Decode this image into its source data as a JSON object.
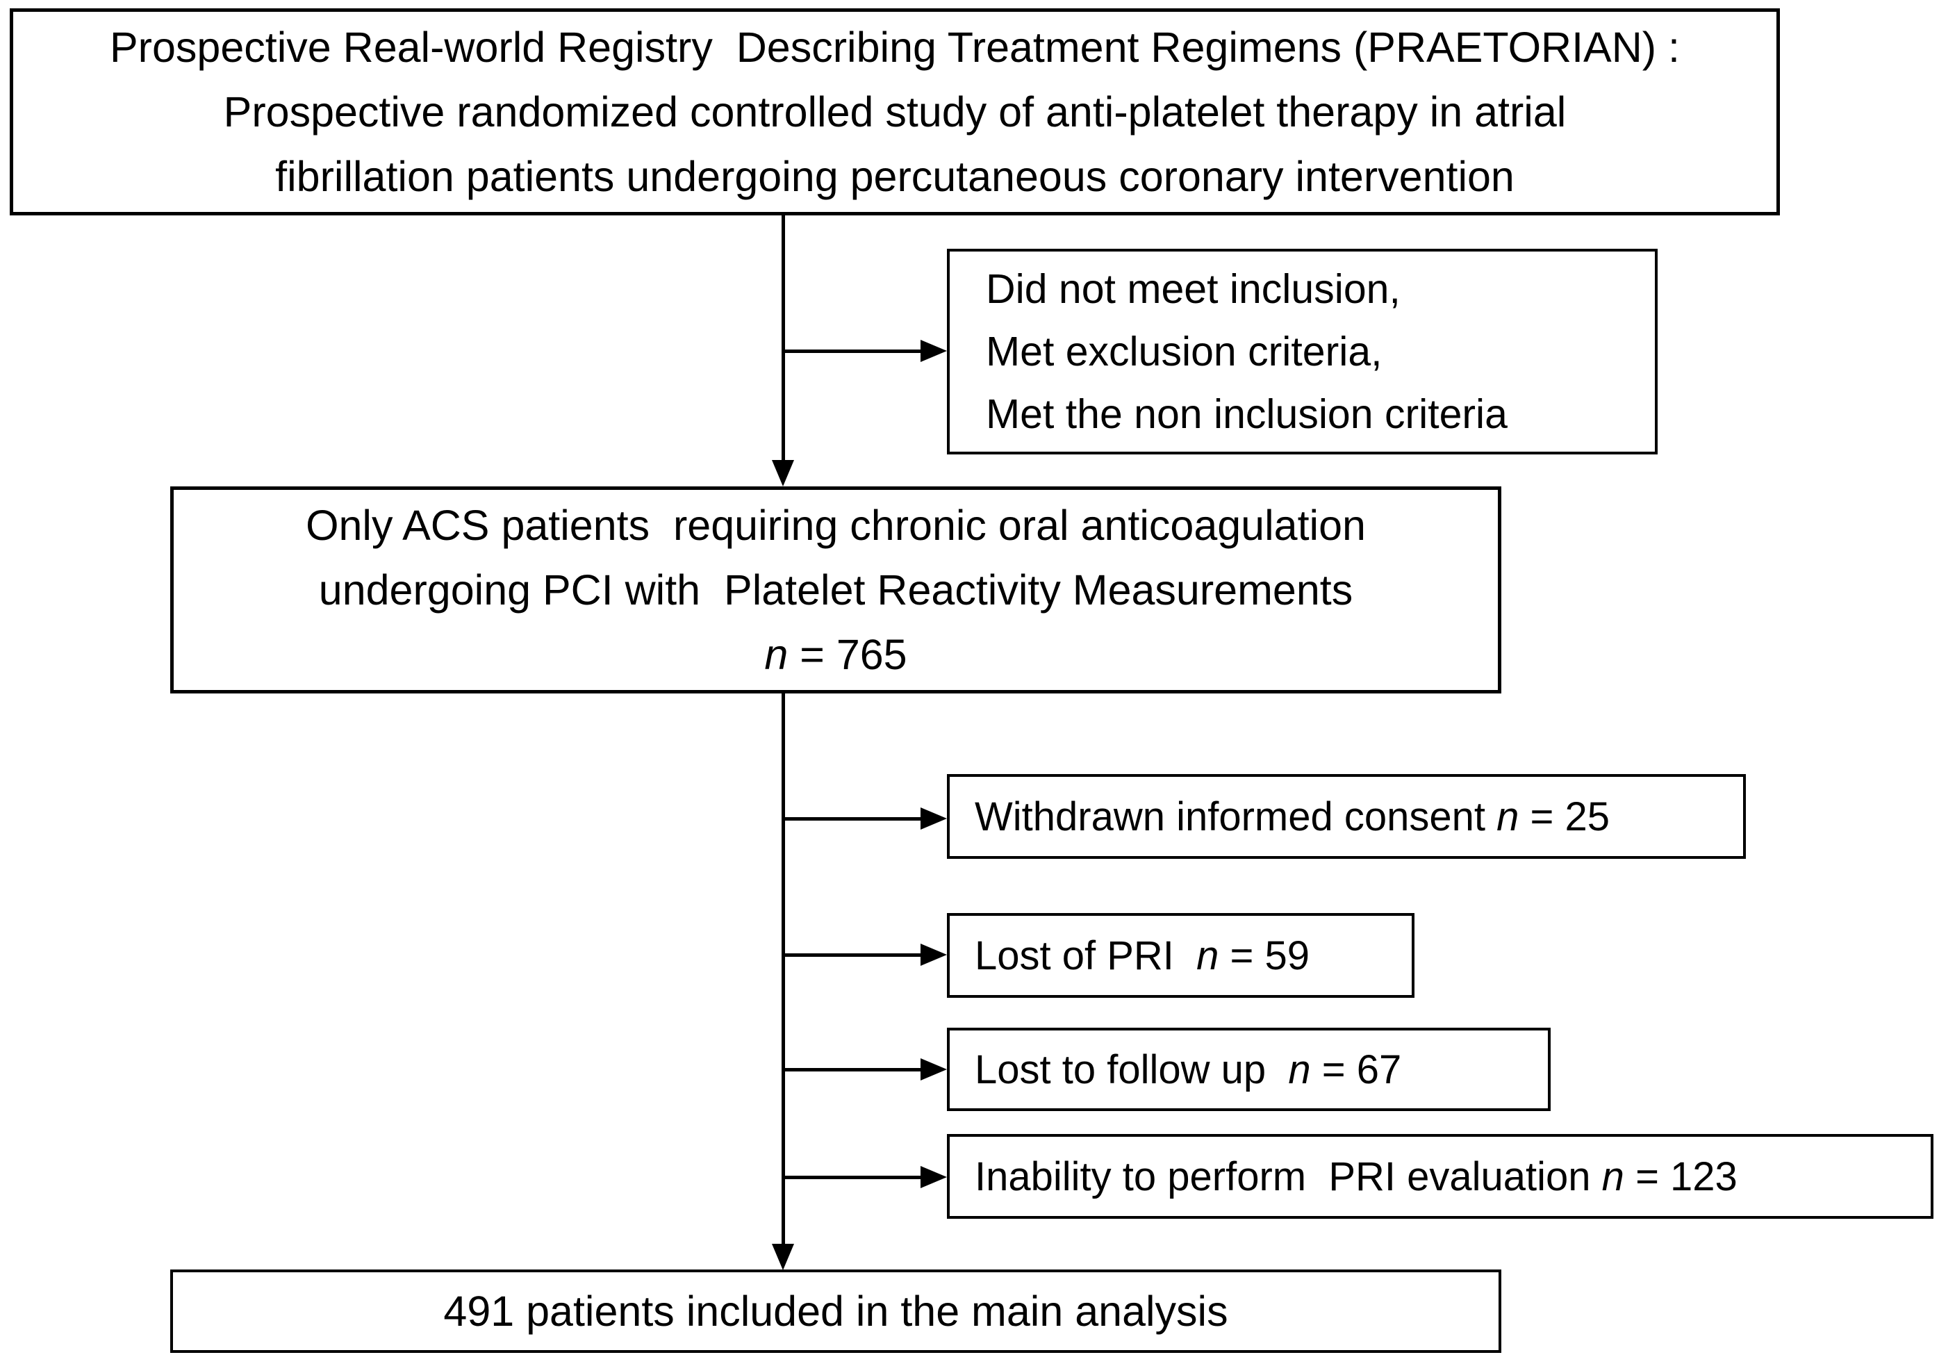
{
  "colors": {
    "stroke": "#000000",
    "background": "#ffffff",
    "text": "#000000"
  },
  "title_box": {
    "lines": [
      "Prospective Real-world Registry  Describing Treatment Regimens (PRAETORIAN) :",
      "Prospective randomized controlled study of anti-platelet therapy in atrial",
      "fibrillation patients undergoing percutaneous coronary intervention"
    ]
  },
  "exclusion_box": {
    "lines": [
      "Did not meet inclusion,",
      "Met exclusion criteria,",
      "Met the non inclusion criteria"
    ]
  },
  "eligible_box": {
    "line1": "Only ACS patients  requiring chronic oral anticoagulation",
    "line2": "undergoing PCI with  Platelet Reactivity Measurements",
    "n_symbol": "n",
    "n_value": "= 765"
  },
  "side_boxes": [
    {
      "label": "Withdrawn informed consent",
      "n_symbol": "n",
      "n_value": "= 25"
    },
    {
      "label": "Lost of PRI ",
      "n_symbol": "n",
      "n_value": "= 59"
    },
    {
      "label": "Lost to follow up ",
      "n_symbol": "n",
      "n_value": "= 67"
    },
    {
      "label": "Inability to perform  PRI evaluation",
      "n_symbol": "n",
      "n_value": "= 123"
    }
  ],
  "final_box": {
    "text": "491 patients included in the main analysis"
  }
}
